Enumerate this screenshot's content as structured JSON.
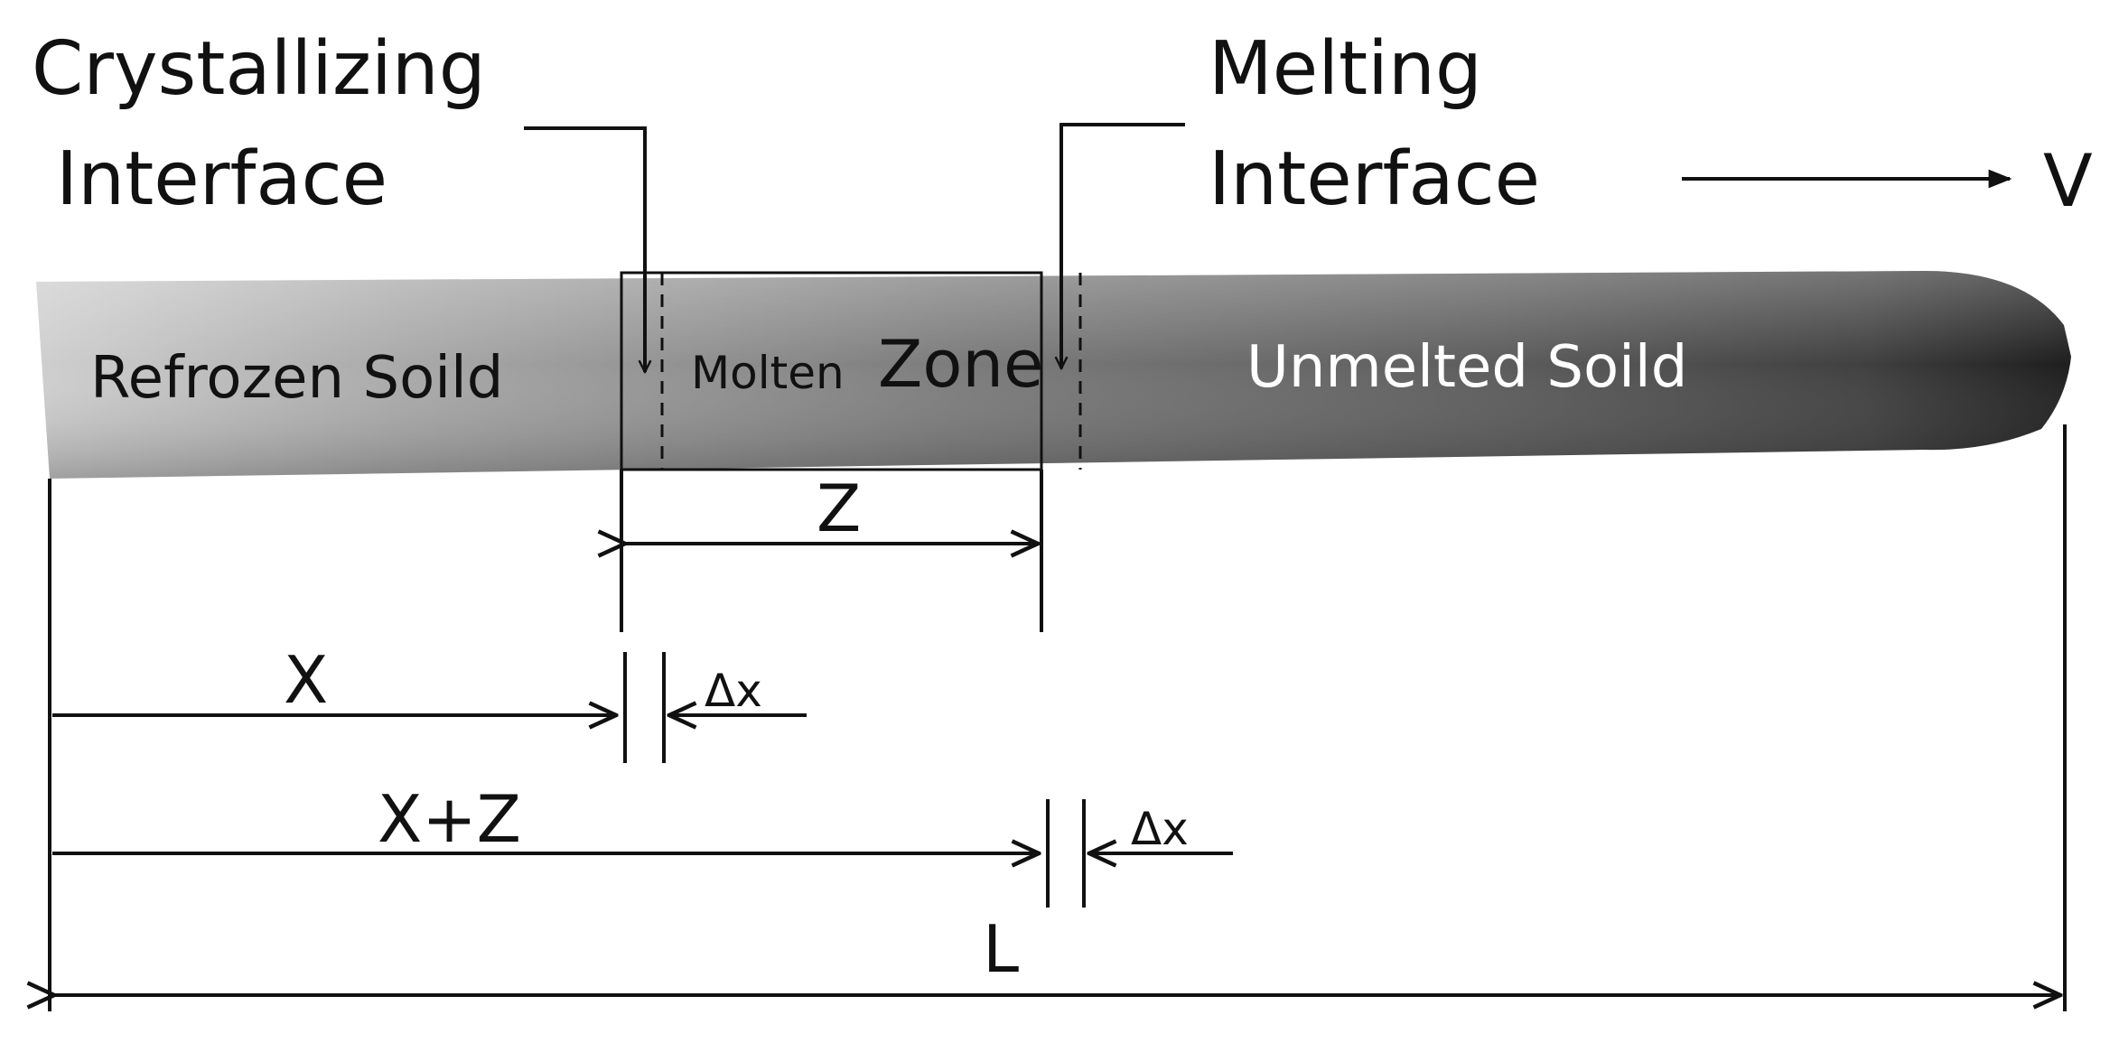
{
  "labels": {
    "crystallizing_line1": "Crystallizing",
    "crystallizing_line2": "Interface",
    "melting_line1": "Melting",
    "melting_line2": "Interface",
    "velocity": "V",
    "refrozen": "Refrozen Soild",
    "molten_small": "Molten",
    "molten_large": "Zone",
    "unmelted": "Unmelted Soild",
    "z": "Z",
    "x": "X",
    "dx1": "Δx",
    "xz": "X+Z",
    "dx2": "Δx",
    "l": "L"
  },
  "colors": {
    "ink": "#111111",
    "rod_light": "#d2d2d2",
    "rod_mid": "#7a7a7a",
    "rod_dark": "#2a2a2a",
    "unmelted_text": "#ffffff"
  }
}
